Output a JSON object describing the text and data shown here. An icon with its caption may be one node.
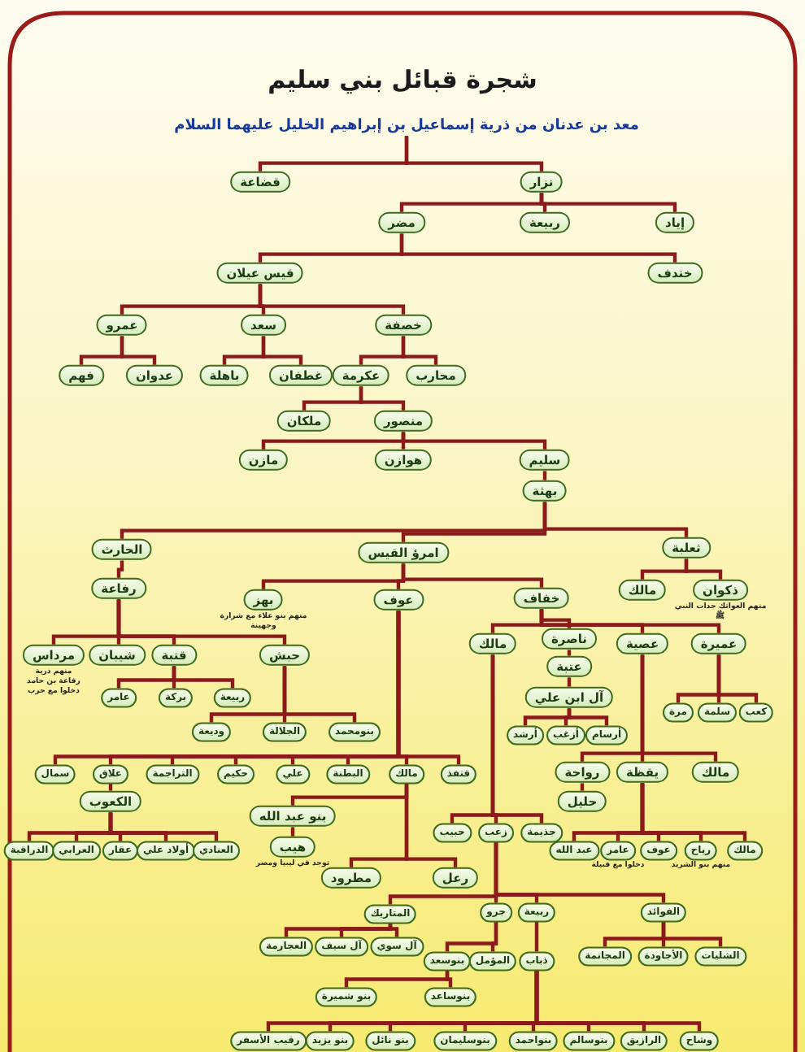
{
  "diagram": {
    "title": "شجرة قبائل بني سليم",
    "nodes": [
      {
        "text": [
          "معد بن عدنان من ذرية إسماعيل بن إبراهيم الخليل عليهما السلام"
        ]
      },
      {
        "text": [
          "قضاعة"
        ]
      },
      {
        "text": [
          "نزار"
        ]
      },
      {
        "text": [
          "مضر"
        ]
      },
      {
        "text": [
          "ربيعة"
        ]
      },
      {
        "text": [
          "إياد"
        ]
      },
      {
        "text": [
          "قيس عيلان"
        ]
      },
      {
        "text": [
          "خندف"
        ]
      },
      {
        "text": [
          "عمرو"
        ]
      },
      {
        "text": [
          "سعد"
        ]
      },
      {
        "text": [
          "خصفة"
        ]
      },
      {
        "text": [
          "فهم"
        ]
      },
      {
        "text": [
          "عدوان"
        ]
      },
      {
        "text": [
          "باهلة"
        ]
      },
      {
        "text": [
          "غطفان"
        ]
      },
      {
        "text": [
          "عكرمة"
        ]
      },
      {
        "text": [
          "محارب"
        ]
      },
      {
        "text": [
          "ملكان"
        ]
      },
      {
        "text": [
          "منصور"
        ]
      },
      {
        "text": [
          "مازن"
        ]
      },
      {
        "text": [
          "هوازن"
        ]
      },
      {
        "text": [
          "سليم"
        ]
      },
      {
        "text": [
          "بهثة"
        ]
      },
      {
        "text": [
          "الحارث"
        ]
      },
      {
        "text": [
          "امرؤ القيس"
        ]
      },
      {
        "text": [
          "ثعلبة"
        ]
      },
      {
        "text": [
          "رفاعة"
        ]
      },
      {
        "text": [
          "بهز"
        ],
        "beside": [
          "منهم بنو علاء مع شرارة وجهينة"
        ]
      },
      {
        "text": [
          "عوف"
        ]
      },
      {
        "text": [
          "خفاف"
        ]
      },
      {
        "text": [
          "مالك"
        ]
      },
      {
        "text": [
          "ذكوان"
        ],
        "beside": [
          "منهم العواتك جدات النبي ﷺ"
        ]
      },
      {
        "text": [
          "مرداس"
        ],
        "beside": [
          "منهم ذرية رفاعة بن حامد دخلوا مع حرب"
        ]
      },
      {
        "text": [
          "شيبان"
        ]
      },
      {
        "text": [
          "قتبة"
        ]
      },
      {
        "text": [
          "حبش"
        ]
      },
      {
        "text": [
          "مالك"
        ]
      },
      {
        "text": [
          "ناصرة"
        ]
      },
      {
        "text": [
          "عصية"
        ]
      },
      {
        "text": [
          "عميرة"
        ]
      },
      {
        "text": [
          "عتبة"
        ]
      },
      {
        "text": [
          "عامر"
        ]
      },
      {
        "text": [
          "بركة"
        ]
      },
      {
        "text": [
          "ربيعة"
        ]
      },
      {
        "text": [
          "آل ابن علي"
        ]
      },
      {
        "text": [
          "مرة"
        ]
      },
      {
        "text": [
          "سلمة"
        ]
      },
      {
        "text": [
          "كعب"
        ]
      },
      {
        "text": [
          "وديعة"
        ]
      },
      {
        "text": [
          "الجلالة"
        ]
      },
      {
        "text": [
          "بنومحمد"
        ]
      },
      {
        "text": [
          "أرشد"
        ]
      },
      {
        "text": [
          "أزغب"
        ]
      },
      {
        "text": [
          "أرسام"
        ]
      },
      {
        "text": [
          "سمال"
        ]
      },
      {
        "text": [
          "علاق"
        ]
      },
      {
        "text": [
          "التراجمة"
        ]
      },
      {
        "text": [
          "حكيم"
        ]
      },
      {
        "text": [
          "علي"
        ]
      },
      {
        "text": [
          "البطنة"
        ]
      },
      {
        "text": [
          "مالك"
        ]
      },
      {
        "text": [
          "قنفذ"
        ]
      },
      {
        "text": [
          "رواحة"
        ]
      },
      {
        "text": [
          "يقظة"
        ]
      },
      {
        "text": [
          "مالك"
        ]
      },
      {
        "text": [
          "الكعوب"
        ]
      },
      {
        "text": [
          "حليل"
        ]
      },
      {
        "text": [
          "بنو عبد الله"
        ]
      },
      {
        "text": [
          "حبيب"
        ]
      },
      {
        "text": [
          "زعب"
        ]
      },
      {
        "text": [
          "جذيمة"
        ]
      },
      {
        "text": [
          "الدراقية"
        ]
      },
      {
        "text": [
          "العرابي"
        ]
      },
      {
        "text": [
          "عقار"
        ]
      },
      {
        "text": [
          "أولاد علي"
        ]
      },
      {
        "text": [
          "العنادي"
        ]
      },
      {
        "text": [
          "هيب"
        ],
        "beside": [
          "توجد في ليبيا ومصر"
        ]
      },
      {
        "text": [
          "عبد الله"
        ]
      },
      {
        "text": [
          "عامر"
        ],
        "beside": [
          "دخلوا مع قبيلة"
        ]
      },
      {
        "text": [
          "عوف"
        ]
      },
      {
        "text": [
          "رياح"
        ],
        "beside": [
          "منهم بنو الشريد"
        ]
      },
      {
        "text": [
          "مالك"
        ]
      },
      {
        "text": [
          "مطرود"
        ]
      },
      {
        "text": [
          "رعل"
        ]
      },
      {
        "text": [
          "المتاريك"
        ]
      },
      {
        "text": [
          "جرو"
        ]
      },
      {
        "text": [
          "ربيعة"
        ]
      },
      {
        "text": [
          "الفوائد"
        ]
      },
      {
        "text": [
          "العجارمة"
        ]
      },
      {
        "text": [
          "آل سيف"
        ]
      },
      {
        "text": [
          "آل سوي"
        ]
      },
      {
        "text": [
          "بنوسعد"
        ]
      },
      {
        "text": [
          "المؤمل"
        ]
      },
      {
        "text": [
          "ذباب"
        ]
      },
      {
        "text": [
          "المجانمة"
        ]
      },
      {
        "text": [
          "الأجاودة"
        ]
      },
      {
        "text": [
          "الشليات"
        ]
      },
      {
        "text": [
          "بنوساعد"
        ]
      },
      {
        "text": [
          "بنو شميرة"
        ]
      },
      {
        "text": [
          "رقيب الأسفر"
        ]
      },
      {
        "text": [
          "بنو يزيد"
        ]
      },
      {
        "text": [
          "بنو نائل"
        ]
      },
      {
        "text": [
          "بنوسليمان"
        ]
      },
      {
        "text": [
          "بنواحمد"
        ]
      },
      {
        "text": [
          "بنوسالم"
        ]
      },
      {
        "text": [
          "الرازيق"
        ]
      },
      {
        "text": [
          "وشاح"
        ]
      }
    ],
    "edges": [
      {
        "from": 0,
        "to": 1,
        "arrow": "none"
      },
      {
        "from": 0,
        "to": 2,
        "arrow": "none"
      },
      {
        "from": 2,
        "to": 3,
        "arrow": "none"
      },
      {
        "from": 2,
        "to": 4,
        "arrow": "none"
      },
      {
        "from": 2,
        "to": 5,
        "arrow": "none"
      },
      {
        "from": 3,
        "to": 6,
        "arrow": "none"
      },
      {
        "from": 3,
        "to": 7,
        "arrow": "none"
      },
      {
        "from": 6,
        "to": 8,
        "arrow": "none"
      },
      {
        "from": 6,
        "to": 9,
        "arrow": "none"
      },
      {
        "from": 6,
        "to": 10,
        "arrow": "none"
      },
      {
        "from": 8,
        "to": 11,
        "arrow": "none"
      },
      {
        "from": 8,
        "to": 12,
        "arrow": "none"
      },
      {
        "from": 9,
        "to": 13,
        "arrow": "none"
      },
      {
        "from": 9,
        "to": 14,
        "arrow": "none"
      },
      {
        "from": 10,
        "to": 15,
        "arrow": "none"
      },
      {
        "from": 10,
        "to": 16,
        "arrow": "none"
      },
      {
        "from": 15,
        "to": 17,
        "arrow": "none"
      },
      {
        "from": 15,
        "to": 18,
        "arrow": "none"
      },
      {
        "from": 18,
        "to": 19,
        "arrow": "none"
      },
      {
        "from": 18,
        "to": 20,
        "arrow": "none"
      },
      {
        "from": 18,
        "to": 21,
        "arrow": "none"
      },
      {
        "from": 21,
        "to": 22,
        "arrow": "none"
      },
      {
        "from": 22,
        "to": 23,
        "arrow": "none"
      },
      {
        "from": 22,
        "to": 24,
        "arrow": "none"
      },
      {
        "from": 22,
        "to": 25,
        "arrow": "none"
      },
      {
        "from": 23,
        "to": 26,
        "arrow": "none"
      },
      {
        "from": 24,
        "to": 27,
        "arrow": "none"
      },
      {
        "from": 24,
        "to": 28,
        "arrow": "none"
      },
      {
        "from": 24,
        "to": 29,
        "arrow": "none"
      },
      {
        "from": 25,
        "to": 30,
        "arrow": "none"
      },
      {
        "from": 25,
        "to": 31,
        "arrow": "none"
      },
      {
        "from": 26,
        "to": 32,
        "arrow": "none"
      },
      {
        "from": 26,
        "to": 33,
        "arrow": "none"
      },
      {
        "from": 26,
        "to": 34,
        "arrow": "none"
      },
      {
        "from": 26,
        "to": 35,
        "arrow": "none"
      },
      {
        "from": 29,
        "to": 36,
        "arrow": "none"
      },
      {
        "from": 29,
        "to": 37,
        "arrow": "none"
      },
      {
        "from": 29,
        "to": 38,
        "arrow": "none"
      },
      {
        "from": 29,
        "to": 39,
        "arrow": "none"
      },
      {
        "from": 37,
        "to": 40,
        "arrow": "none"
      },
      {
        "from": 40,
        "to": 44,
        "arrow": "none"
      },
      {
        "from": 34,
        "to": 41,
        "arrow": "none"
      },
      {
        "from": 34,
        "to": 42,
        "arrow": "none"
      },
      {
        "from": 34,
        "to": 43,
        "arrow": "none"
      },
      {
        "from": 39,
        "to": 45,
        "arrow": "none"
      },
      {
        "from": 39,
        "to": 46,
        "arrow": "none"
      },
      {
        "from": 39,
        "to": 47,
        "arrow": "none"
      },
      {
        "from": 35,
        "to": 48,
        "arrow": "none"
      },
      {
        "from": 35,
        "to": 49,
        "arrow": "none"
      },
      {
        "from": 35,
        "to": 50,
        "arrow": "none"
      },
      {
        "from": 44,
        "to": 51,
        "arrow": "none"
      },
      {
        "from": 44,
        "to": 52,
        "arrow": "none"
      },
      {
        "from": 44,
        "to": 53,
        "arrow": "none"
      },
      {
        "from": 28,
        "to": 54,
        "arrow": "none"
      },
      {
        "from": 28,
        "to": 55,
        "arrow": "none"
      },
      {
        "from": 28,
        "to": 56,
        "arrow": "none"
      },
      {
        "from": 28,
        "to": 57,
        "arrow": "none"
      },
      {
        "from": 28,
        "to": 58,
        "arrow": "none"
      },
      {
        "from": 28,
        "to": 59,
        "arrow": "none"
      },
      {
        "from": 28,
        "to": 60,
        "arrow": "none"
      },
      {
        "from": 28,
        "to": 61,
        "arrow": "none"
      },
      {
        "from": 38,
        "to": 62,
        "arrow": "none"
      },
      {
        "from": 38,
        "to": 63,
        "arrow": "none"
      },
      {
        "from": 38,
        "to": 64,
        "arrow": "none"
      },
      {
        "from": 55,
        "to": 65,
        "arrow": "none"
      },
      {
        "from": 62,
        "to": 66,
        "arrow": "none"
      },
      {
        "from": 60,
        "to": 67,
        "arrow": "none"
      },
      {
        "from": 36,
        "to": 68,
        "arrow": "none"
      },
      {
        "from": 36,
        "to": 69,
        "arrow": "none"
      },
      {
        "from": 36,
        "to": 70,
        "arrow": "none"
      },
      {
        "from": 65,
        "to": 71,
        "arrow": "none"
      },
      {
        "from": 65,
        "to": 72,
        "arrow": "none"
      },
      {
        "from": 65,
        "to": 73,
        "arrow": "none"
      },
      {
        "from": 65,
        "to": 74,
        "arrow": "none"
      },
      {
        "from": 65,
        "to": 75,
        "arrow": "none"
      },
      {
        "from": 67,
        "to": 76,
        "arrow": "none"
      },
      {
        "from": 63,
        "to": 77,
        "arrow": "none"
      },
      {
        "from": 63,
        "to": 78,
        "arrow": "none"
      },
      {
        "from": 63,
        "to": 79,
        "arrow": "none"
      },
      {
        "from": 63,
        "to": 80,
        "arrow": "none"
      },
      {
        "from": 63,
        "to": 81,
        "arrow": "none"
      },
      {
        "from": 60,
        "to": 82,
        "arrow": "none"
      },
      {
        "from": 60,
        "to": 83,
        "arrow": "none"
      },
      {
        "from": 69,
        "to": 84,
        "arrow": "none"
      },
      {
        "from": 69,
        "to": 85,
        "arrow": "none"
      },
      {
        "from": 69,
        "to": 86,
        "arrow": "none"
      },
      {
        "from": 69,
        "to": 87,
        "arrow": "none"
      },
      {
        "from": 84,
        "to": 88,
        "arrow": "none"
      },
      {
        "from": 84,
        "to": 89,
        "arrow": "none"
      },
      {
        "from": 84,
        "to": 90,
        "arrow": "none"
      },
      {
        "from": 85,
        "to": 91,
        "arrow": "none"
      },
      {
        "from": 85,
        "to": 92,
        "arrow": "none"
      },
      {
        "from": 86,
        "to": 93,
        "arrow": "none"
      },
      {
        "from": 87,
        "to": 94,
        "arrow": "none"
      },
      {
        "from": 87,
        "to": 95,
        "arrow": "none"
      },
      {
        "from": 87,
        "to": 96,
        "arrow": "none"
      },
      {
        "from": 91,
        "to": 97,
        "arrow": "none"
      },
      {
        "from": 91,
        "to": 98,
        "arrow": "none"
      },
      {
        "from": 93,
        "to": 99,
        "arrow": "none"
      },
      {
        "from": 93,
        "to": 100,
        "arrow": "none"
      },
      {
        "from": 93,
        "to": 101,
        "arrow": "none"
      },
      {
        "from": 93,
        "to": 102,
        "arrow": "none"
      },
      {
        "from": 93,
        "to": 103,
        "arrow": "none"
      },
      {
        "from": 93,
        "to": 104,
        "arrow": "none"
      },
      {
        "from": 93,
        "to": 105,
        "arrow": "none"
      },
      {
        "from": 93,
        "to": 106,
        "arrow": "none"
      }
    ]
  }
}
